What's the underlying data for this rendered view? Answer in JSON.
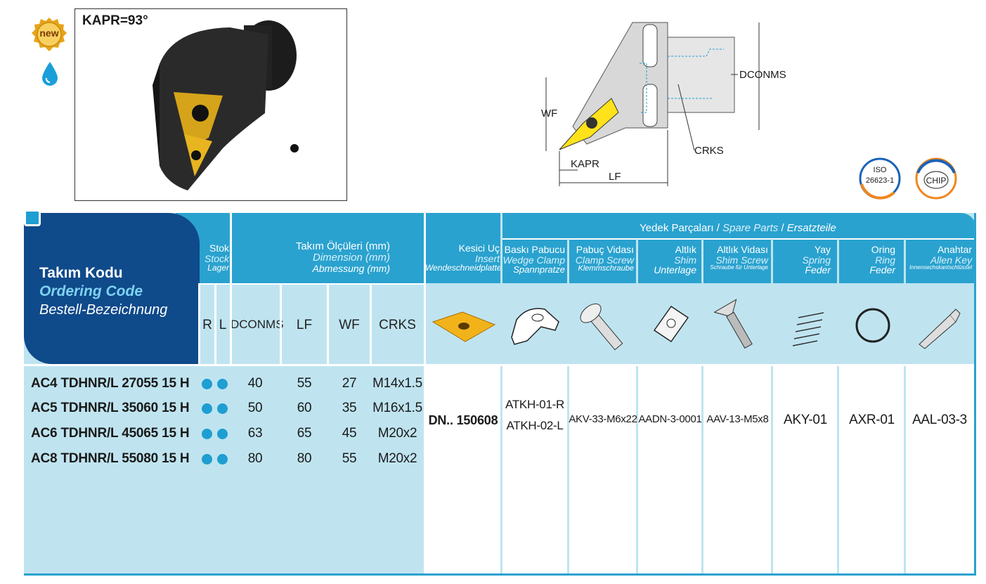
{
  "badges": {
    "new_label": "new",
    "iso_line1": "ISO",
    "iso_line2": "26623-1",
    "chip_label": "CHIP"
  },
  "photo": {
    "title": "KAPR=93°"
  },
  "diagram": {
    "dconms": "DCONMS",
    "wf": "WF",
    "crks": "CRKS",
    "kapr": "KAPR",
    "lf": "LF"
  },
  "header": {
    "code": {
      "tr": "Takım Kodu",
      "en": "Ordering Code",
      "de": "Bestell-Bezeichnung"
    },
    "stock": {
      "tr": "Stok",
      "en": "Stock",
      "de": "Lager",
      "r": "R",
      "l": "L"
    },
    "dims": {
      "tr": "Takım Ölçüleri (mm)",
      "en": "Dimension (mm)",
      "de": "Abmessung (mm)",
      "cols": [
        "DCONMS",
        "LF",
        "WF",
        "CRKS"
      ]
    },
    "insert": {
      "tr": "Kesici Uç",
      "en": "Insert",
      "de": "Wendeschneidplatte"
    },
    "spare": {
      "tr": "Yedek Parçaları",
      "en": "Spare Parts",
      "de": "Ersatzteile"
    },
    "parts": [
      {
        "tr": "Baskı Pabucu",
        "en": "Wedge Clamp",
        "de": "Spannpratze"
      },
      {
        "tr": "Pabuç Vidası",
        "en": "Clamp Screw",
        "de": "Klemmschraube"
      },
      {
        "tr": "Altlık",
        "en": "Shim",
        "de": "Unterlage"
      },
      {
        "tr": "Altlık Vidası",
        "en": "Shim Screw",
        "de": "Schraube für Unterlage"
      },
      {
        "tr": "Yay",
        "en": "Spring",
        "de": "Feder"
      },
      {
        "tr": "Oring",
        "en": "Ring",
        "de": "Feder"
      },
      {
        "tr": "Anahtar",
        "en": "Allen Key",
        "de": "Innensechskantschlüssel"
      }
    ]
  },
  "rows": [
    {
      "code": "AC4 TDHNR/L 27055 15 H",
      "dconms": "40",
      "lf": "55",
      "wf": "27",
      "crks": "M14x1.5"
    },
    {
      "code": "AC5 TDHNR/L 35060 15 H",
      "dconms": "50",
      "lf": "60",
      "wf": "35",
      "crks": "M16x1.5"
    },
    {
      "code": "AC6 TDHNR/L 45065 15 H",
      "dconms": "63",
      "lf": "65",
      "wf": "45",
      "crks": "M20x2"
    },
    {
      "code": "AC8 TDHNR/L 55080 15 H",
      "dconms": "80",
      "lf": "80",
      "wf": "55",
      "crks": "M20x2"
    }
  ],
  "insert_value": "DN.. 150608",
  "parts_values": {
    "wedge_clamp_r": "ATKH-01-R",
    "wedge_clamp_l": "ATKH-02-L",
    "clamp_screw": "AKV-33-M6x22",
    "shim": "AADN-3-0001",
    "shim_screw": "AAV-13-M5x8",
    "spring": "AKY-01",
    "ring": "AXR-01",
    "key": "AAL-03-3"
  },
  "colors": {
    "accent": "#2aa2cf",
    "dark_blue": "#0f4a8a",
    "light_blue": "#bfe4f0",
    "dot": "#1e9ed1",
    "insert_yellow": "#f2b31a"
  }
}
